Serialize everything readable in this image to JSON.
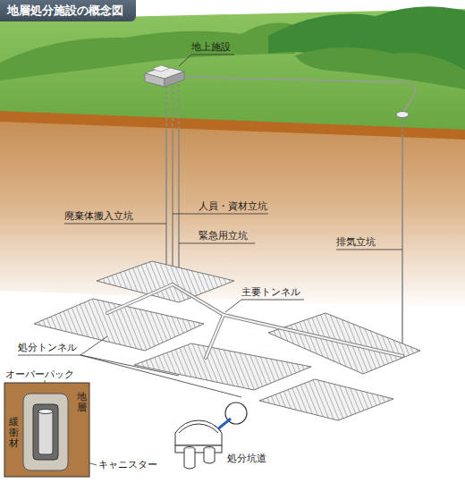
{
  "diagram": {
    "title": "地層処分施設の概念図",
    "labels": [
      "地上施設",
      "廃棄体搬入立坑",
      "人員・資材立坑",
      "緊急用立坑",
      "排気立坑",
      "主要トンネル",
      "処分トンネル",
      "オーバーパック",
      "地層",
      "緩衝材",
      "キャニスター",
      "処分坑道"
    ]
  }
}
